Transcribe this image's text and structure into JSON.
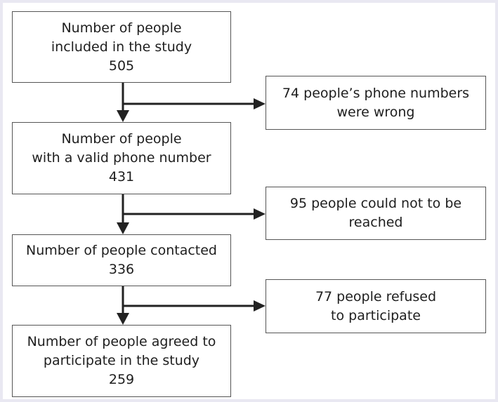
{
  "flow": {
    "stage1": {
      "line1": "Number of people",
      "line2": "included in the study",
      "count": "505"
    },
    "exclusion1": {
      "line1": "74 people’s phone numbers",
      "line2": "were wrong"
    },
    "stage2": {
      "line1": "Number of people",
      "line2": "with a valid phone number",
      "count": "431"
    },
    "exclusion2": {
      "line1": "95 people could not to be",
      "line2": "reached"
    },
    "stage3": {
      "line1": "Number of people contacted",
      "count": "336"
    },
    "exclusion3": {
      "line1": "77 people refused",
      "line2": "to participate"
    },
    "stage4": {
      "line1": "Number of people agreed to",
      "line2": "participate in the study",
      "count": "259"
    }
  }
}
